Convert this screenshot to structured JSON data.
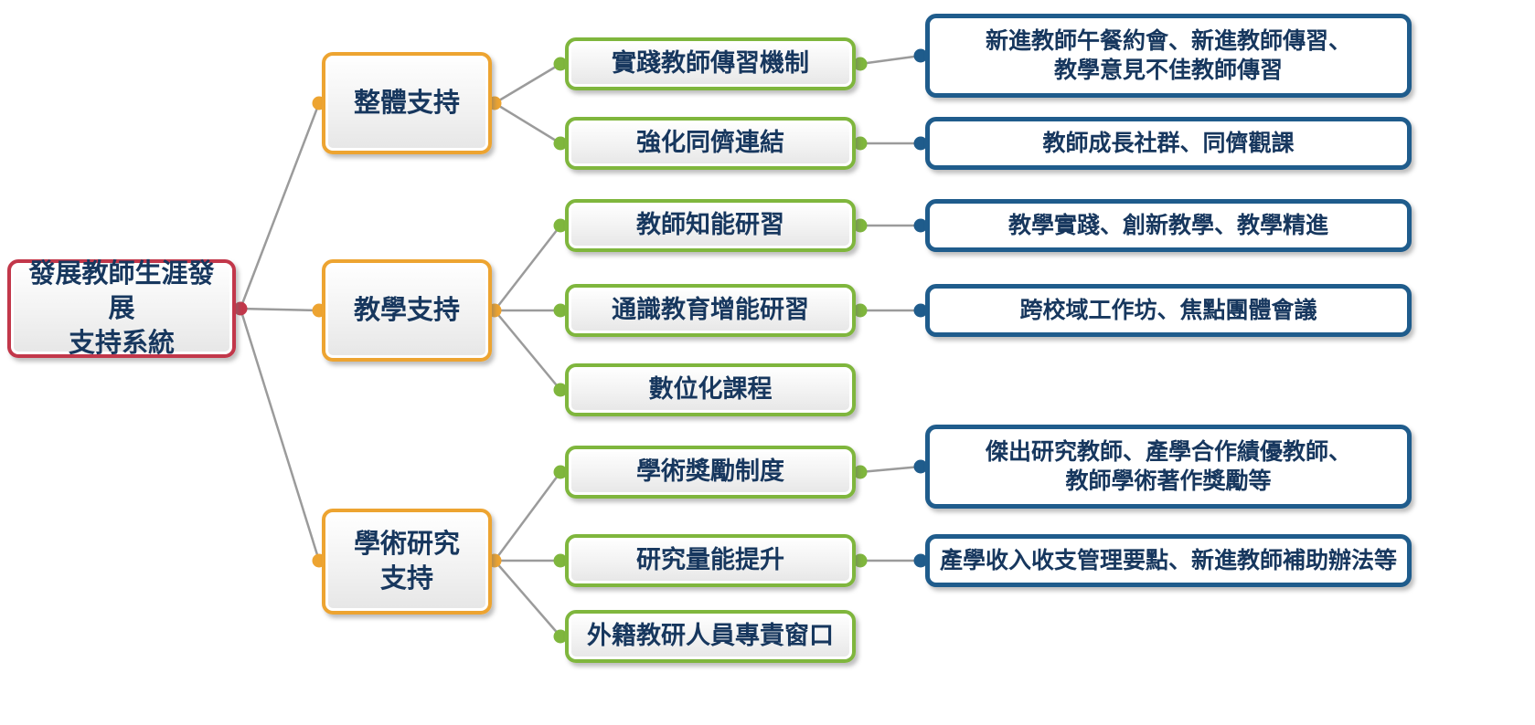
{
  "colors": {
    "root_border": "#c2374a",
    "branch_border": "#eda431",
    "topic_border": "#7fb63d",
    "detail_border": "#1f5c8c",
    "text": "#17375e",
    "connector_line": "#9b9b9b"
  },
  "tree": {
    "root": {
      "label": "發展教師生涯發展\n支持系統"
    },
    "branches": [
      {
        "label": "整體支持",
        "children": [
          {
            "label": "實踐教師傳習機制",
            "detail": "新進教師午餐約會、新進教師傳習、\n教學意見不佳教師傳習"
          },
          {
            "label": "強化同儕連結",
            "detail": "教師成長社群、同儕觀課"
          }
        ]
      },
      {
        "label": "教學支持",
        "children": [
          {
            "label": "教師知能研習",
            "detail": "教學實踐、創新教學、教學精進"
          },
          {
            "label": "通識教育增能研習",
            "detail": "跨校域工作坊、焦點團體會議"
          },
          {
            "label": "數位化課程"
          }
        ]
      },
      {
        "label": "學術研究\n支持",
        "children": [
          {
            "label": "學術獎勵制度",
            "detail": "傑出研究教師、產學合作績優教師、\n教師學術著作獎勵等"
          },
          {
            "label": "研究量能提升",
            "detail": "產學收入收支管理要點、新進教師補助辦法等"
          },
          {
            "label": "外籍教研人員專責窗口"
          }
        ]
      }
    ]
  }
}
